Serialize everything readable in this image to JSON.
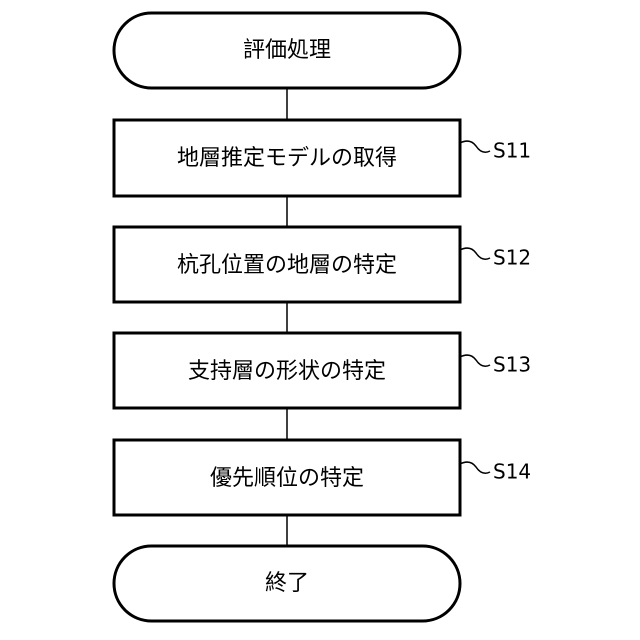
{
  "flowchart": {
    "start": "評価処理",
    "steps": [
      {
        "label": "地層推定モデルの取得",
        "id": "S11"
      },
      {
        "label": "杭孔位置の地層の特定",
        "id": "S12"
      },
      {
        "label": "支持層の形状の特定",
        "id": "S13"
      },
      {
        "label": "優先順位の特定",
        "id": "S14"
      }
    ],
    "end": "終了"
  }
}
